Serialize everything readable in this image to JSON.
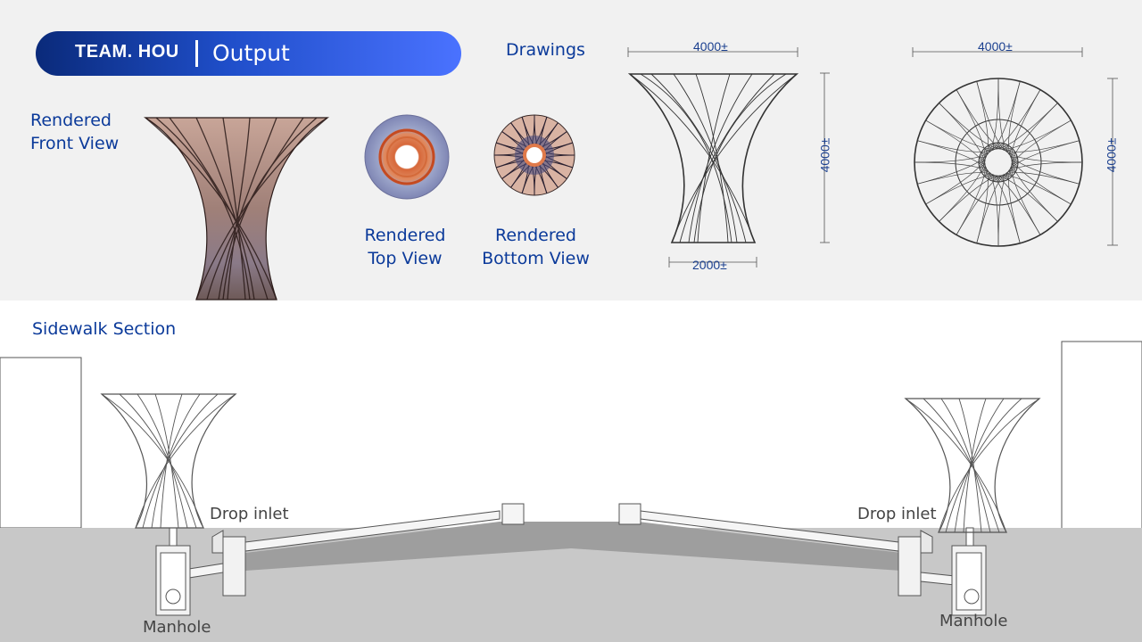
{
  "header": {
    "team": "TEAM. HOU",
    "title": "Output"
  },
  "labels": {
    "drawings": "Drawings",
    "front_view": [
      "Rendered",
      "Front View"
    ],
    "top_view": [
      "Rendered",
      "Top View"
    ],
    "bottom_view": [
      "Rendered",
      "Bottom View"
    ],
    "sidewalk_section": "Sidewalk Section"
  },
  "dimensions": {
    "front_top_width": "4000±",
    "front_height": "4000±",
    "front_bottom_width": "2000±",
    "plan_width": "4000±",
    "plan_height": "4000±"
  },
  "section_labels": {
    "drop_inlet_left": "Drop inlet",
    "drop_inlet_right": "Drop inlet",
    "manhole_left": "Manhole",
    "manhole_right": "Manhole"
  },
  "colors": {
    "accent_text": "#0b3a9a",
    "header_gradient_start": "#0a2a7a",
    "header_gradient_end": "#4a72ff"
  }
}
